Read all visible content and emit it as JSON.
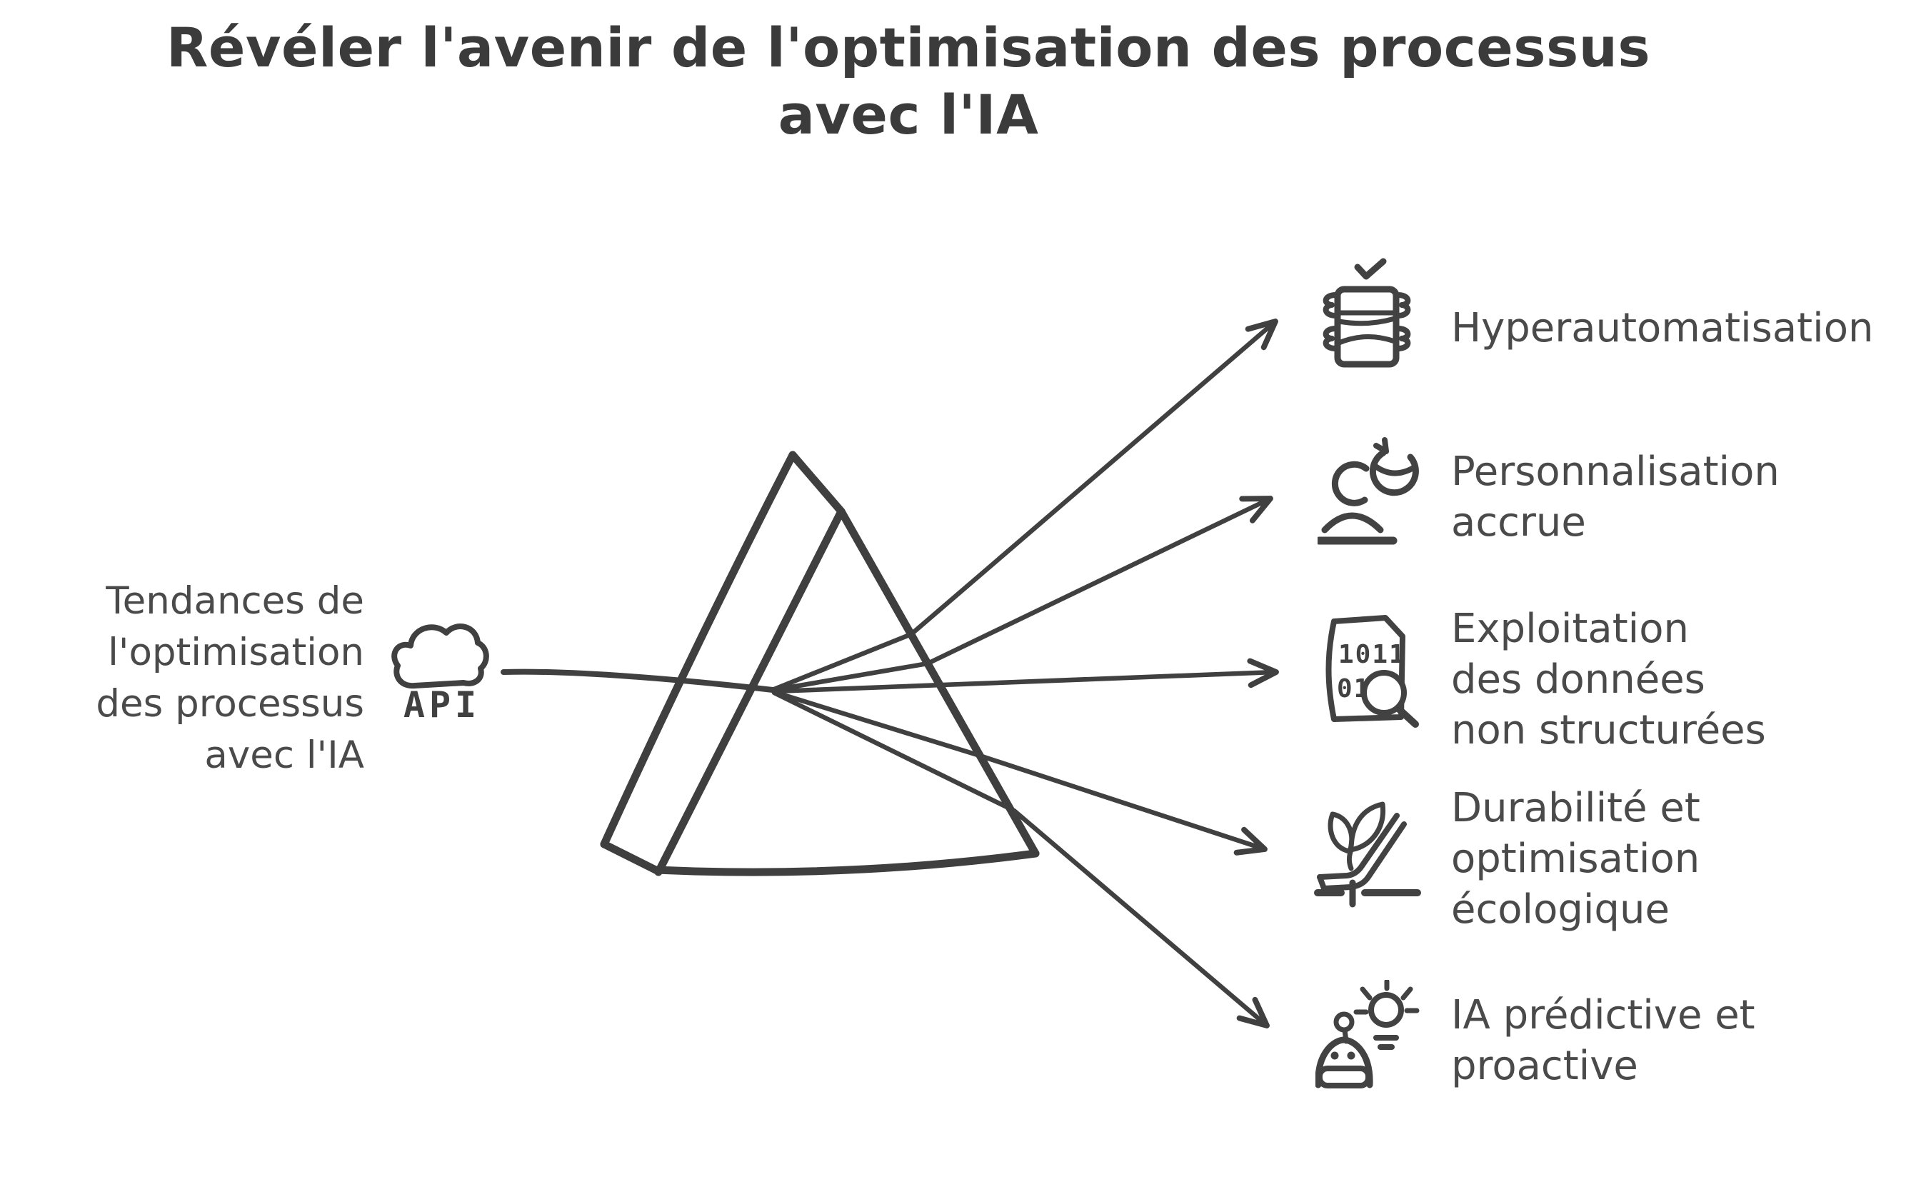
{
  "title": {
    "line1": "Révéler l'avenir de l'optimisation des processus",
    "line2": "avec l'IA"
  },
  "source": {
    "label_lines": [
      "Tendances de",
      "l'optimisation",
      "des processus",
      "avec l'IA"
    ],
    "api_label": "API",
    "icon": "api-cloud-icon"
  },
  "prism": {
    "icon": "prism-icon",
    "input_ray": "input-light-ray",
    "output_rays": [
      "light-ray-hyperautomation",
      "light-ray-personalization",
      "light-ray-unstructured-data",
      "light-ray-sustainability",
      "light-ray-predictive-ai"
    ]
  },
  "outputs": [
    {
      "icon": "hyperautomation-icon",
      "label_lines": [
        "Hyperautomatisation"
      ]
    },
    {
      "icon": "personalization-icon",
      "label_lines": [
        "Personnalisation",
        "accrue"
      ]
    },
    {
      "icon": "unstructured-data-icon",
      "label_lines": [
        "Exploitation",
        "des données",
        "non structurées"
      ],
      "icon_rows": [
        "1011",
        "01"
      ]
    },
    {
      "icon": "sustainability-icon",
      "label_lines": [
        "Durabilité et",
        "optimisation",
        "écologique"
      ]
    },
    {
      "icon": "predictive-ai-icon",
      "label_lines": [
        "IA prédictive et",
        "proactive"
      ]
    }
  ],
  "colors": {
    "ink": "#404040",
    "text": "#4a4a4a",
    "background": "#ffffff"
  }
}
